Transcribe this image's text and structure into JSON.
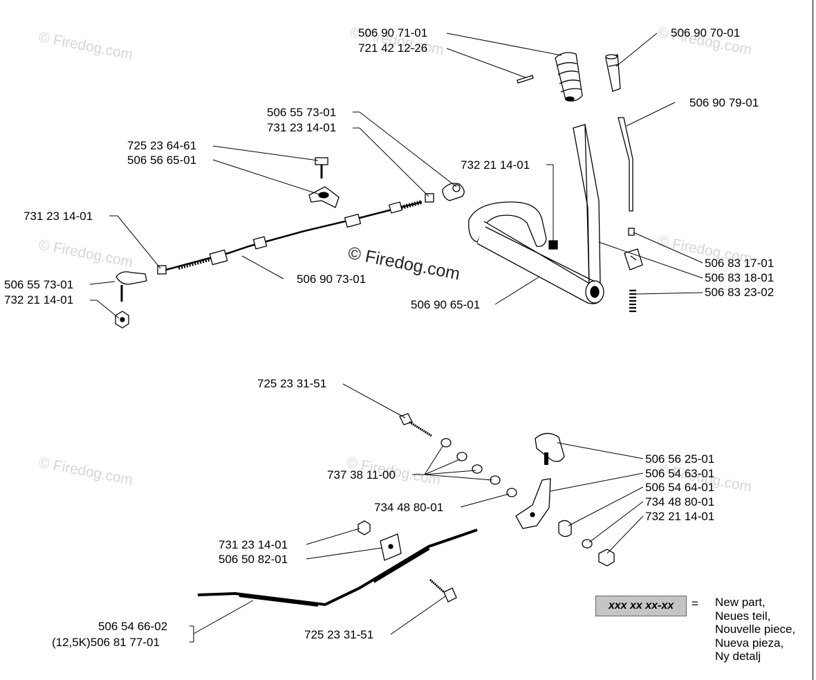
{
  "watermark": {
    "small": "© Firedog.com",
    "main": "© Firedog.com"
  },
  "labels": {
    "p506907101": "506 90 71-01",
    "p721421226": "721 42 12-26",
    "p506907001": "506 90 70-01",
    "p506907901": "506 90 79-01",
    "p506557301_top": "506 55 73-01",
    "p731231401_top": "731 23 14-01",
    "p725236461": "725 23 64-61",
    "p506566501": "506 56 65-01",
    "p732211401_top": "732 21 14-01",
    "p731231401_left": "731 23 14-01",
    "p506557301_left": "506 55 73-01",
    "p732211401_left": "732 21 14-01",
    "p506907301": "506 90 73-01",
    "p506906501": "506 90 65-01",
    "p506831701": "506 83 17-01",
    "p506831801": "506 83 18-01",
    "p506832302": "506 83 23-02",
    "p725233151_top": "725 23 31-51",
    "p737381100": "737 38 11-00",
    "p734488001_left": "734 48 80-01",
    "p506562501": "506 56 25-01",
    "p506546301": "506 54 63-01",
    "p506546401": "506 54 64-01",
    "p734488001_right": "734 48 80-01",
    "p732211401_right": "732 21 14-01",
    "p731231401_bottom": "731 23 14-01",
    "p506508201": "506 50 82-01",
    "p506546602": "506 54 66-02",
    "p506817701": "(12,5K)506 81 77-01",
    "p725233151_bottom": "725 23 31-51"
  },
  "legend": {
    "code": "xxx xx xx-xx",
    "equals": "=",
    "lines": [
      "New part,",
      "Neues teil,",
      "Nouvelle piece,",
      "Nueva pieza,",
      "Ny detalj"
    ]
  }
}
